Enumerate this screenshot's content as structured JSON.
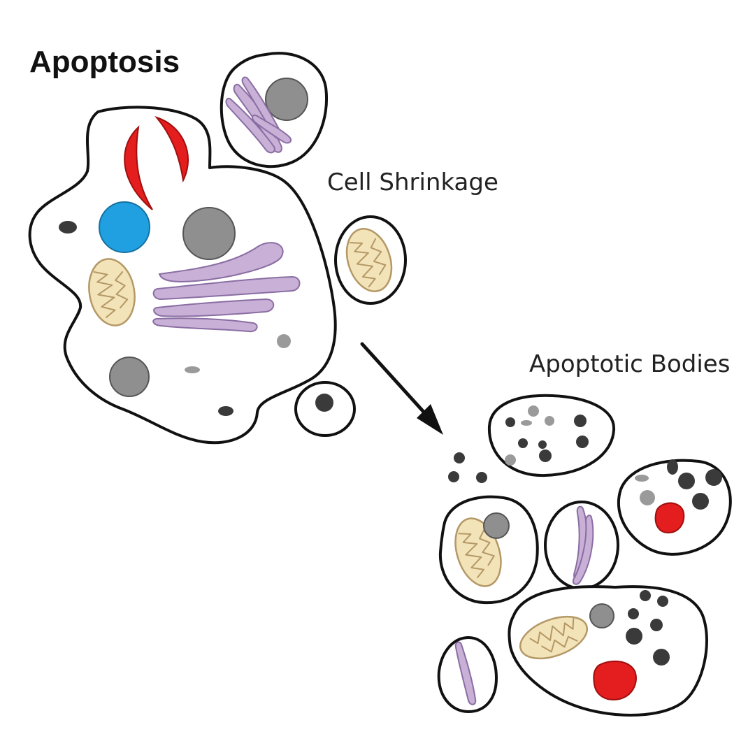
{
  "title": "Apoptosis",
  "labels": {
    "stage1": "Cell Shrinkage",
    "stage2": "Apoptotic Bodies"
  },
  "colors": {
    "membrane": "#111111",
    "nucleus": "#8f8f8f",
    "golgi": "#c8b0d6",
    "mitochondria": "#f3e3b9",
    "red_organelle": "#e41e1e",
    "blue_organelle": "#20a0e0",
    "chromatin": "#3a3a3a"
  }
}
